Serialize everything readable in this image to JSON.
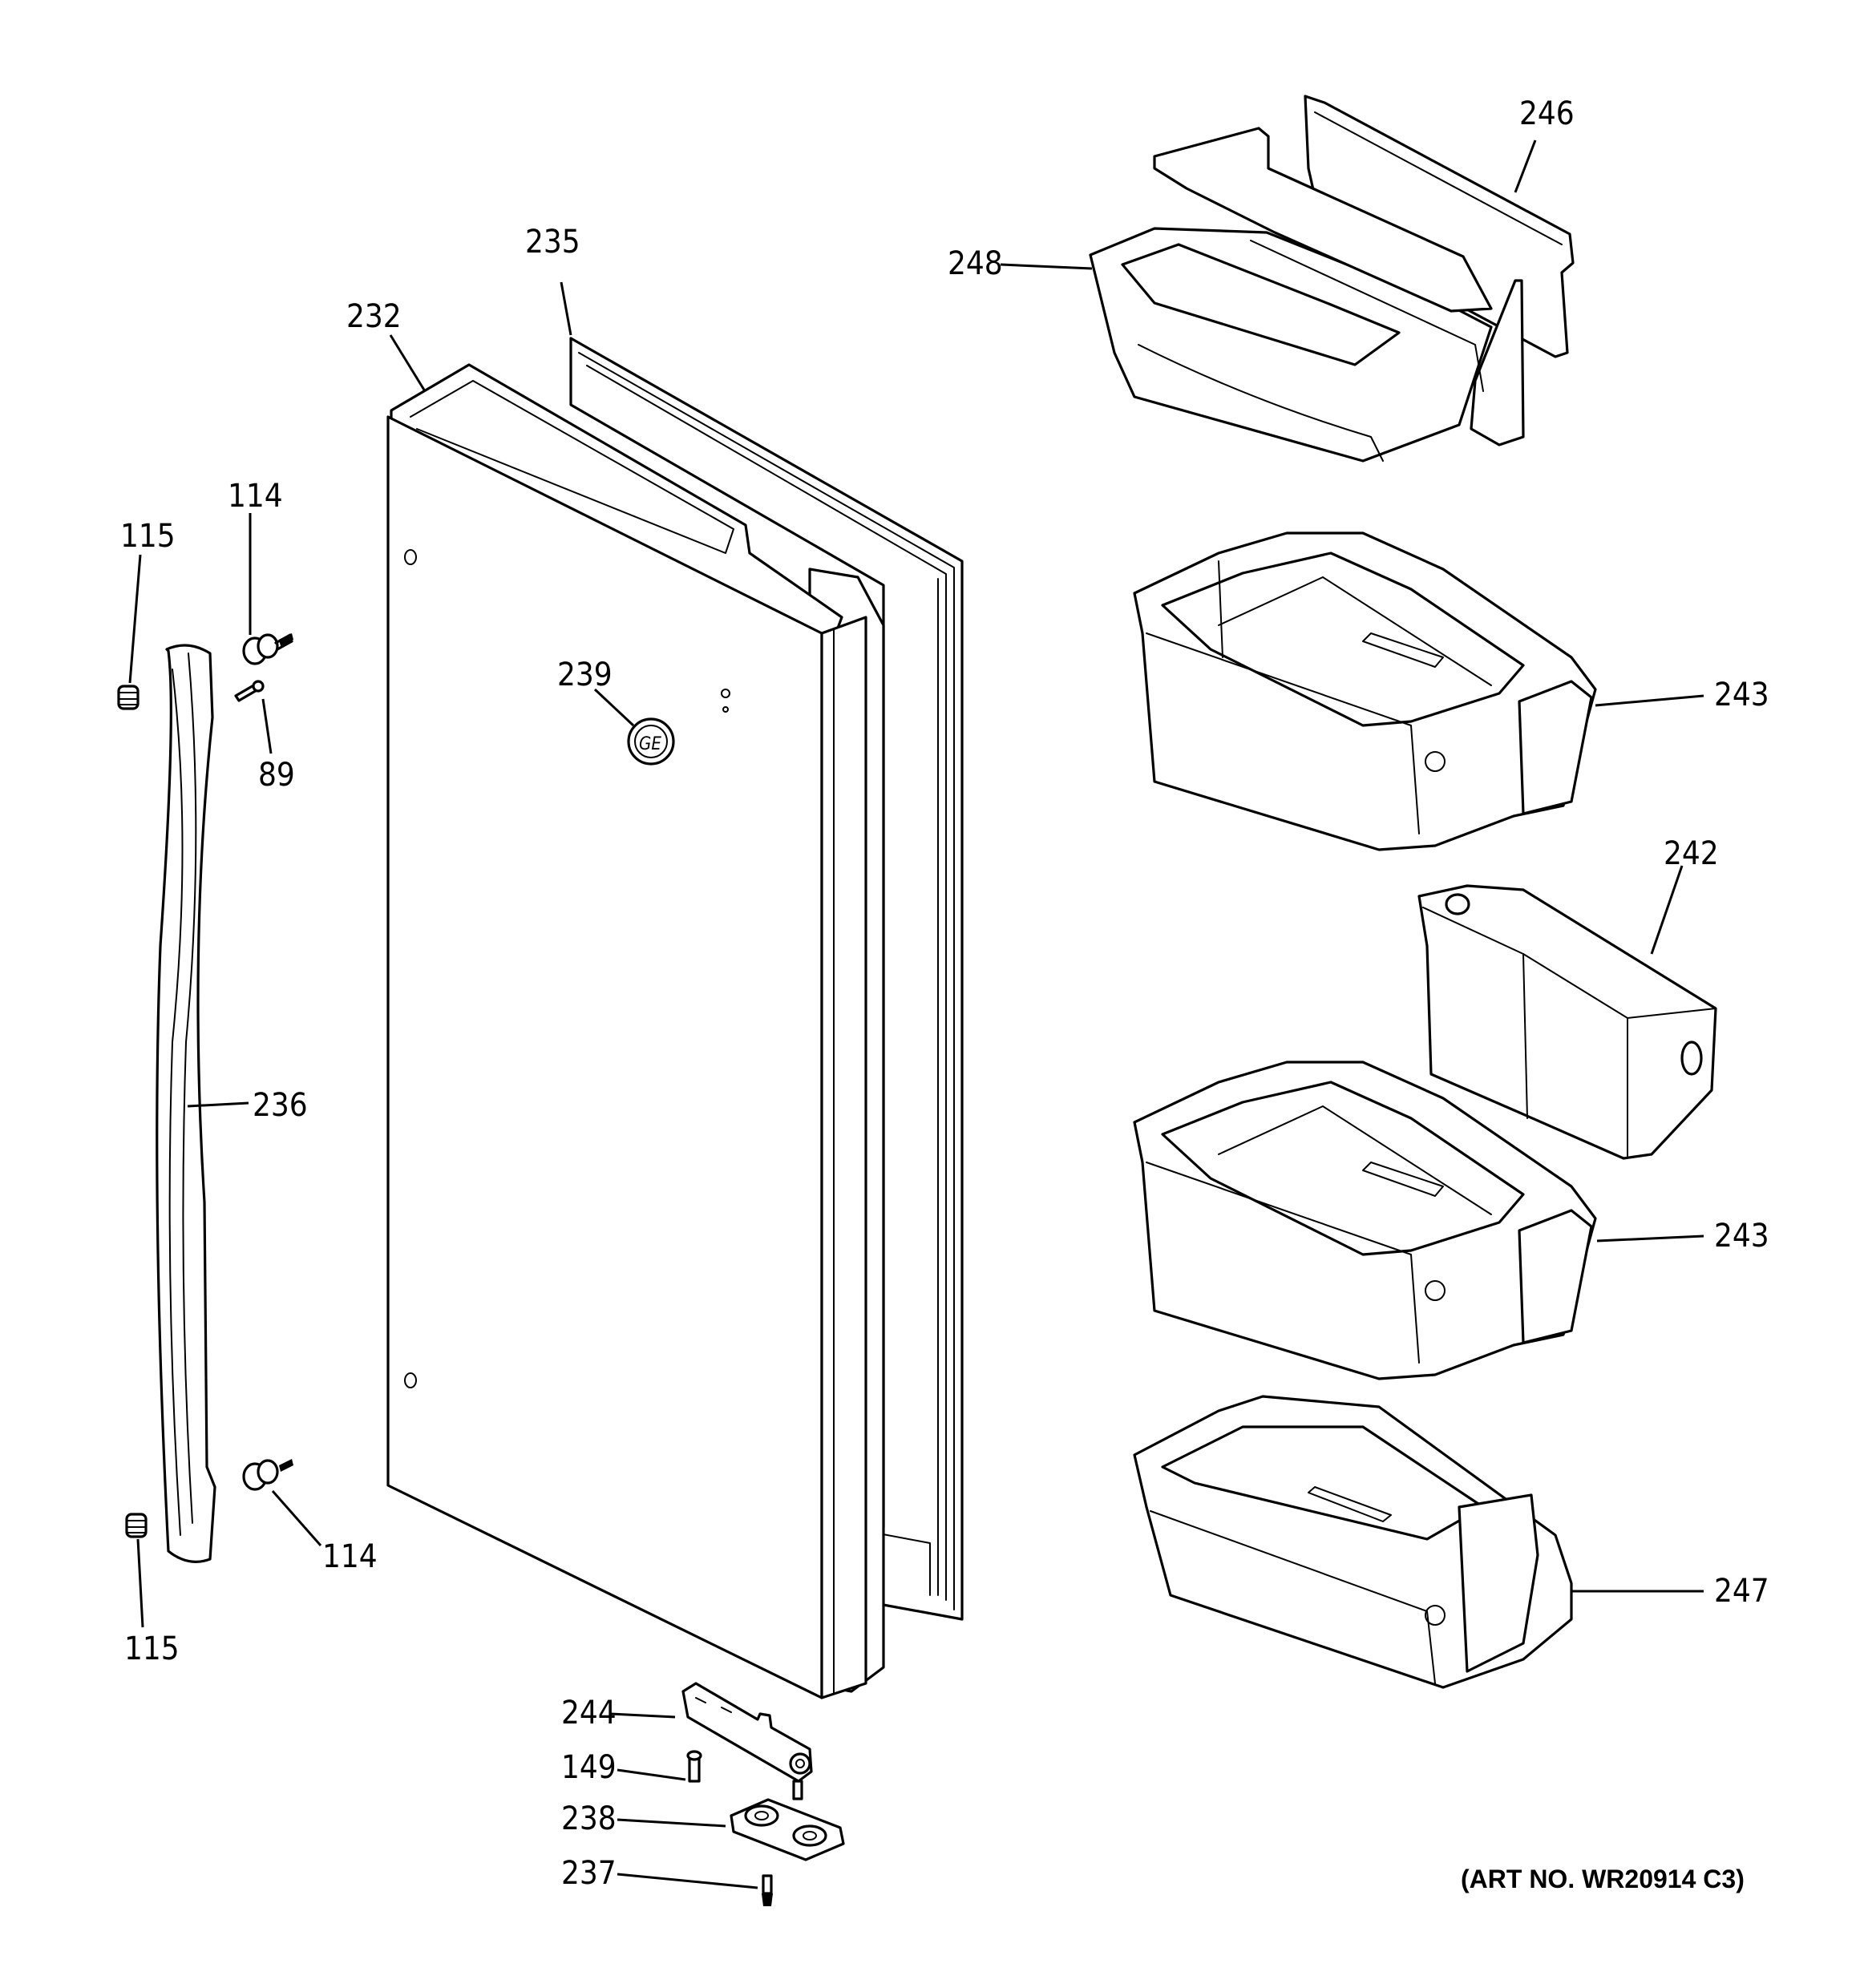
{
  "art_number": "(ART NO. WR20914 C3)",
  "parts": [
    {
      "id": "p246",
      "label": "246"
    },
    {
      "id": "p248",
      "label": "248"
    },
    {
      "id": "p235",
      "label": "235"
    },
    {
      "id": "p232",
      "label": "232"
    },
    {
      "id": "p114a",
      "label": "114"
    },
    {
      "id": "p115a",
      "label": "115"
    },
    {
      "id": "p239",
      "label": "239"
    },
    {
      "id": "p89",
      "label": "89"
    },
    {
      "id": "p243a",
      "label": "243"
    },
    {
      "id": "p242",
      "label": "242"
    },
    {
      "id": "p236",
      "label": "236"
    },
    {
      "id": "p243b",
      "label": "243"
    },
    {
      "id": "p114b",
      "label": "114"
    },
    {
      "id": "p247",
      "label": "247"
    },
    {
      "id": "p115b",
      "label": "115"
    },
    {
      "id": "p244",
      "label": "244"
    },
    {
      "id": "p149",
      "label": "149"
    },
    {
      "id": "p238",
      "label": "238"
    },
    {
      "id": "p237",
      "label": "237"
    }
  ]
}
